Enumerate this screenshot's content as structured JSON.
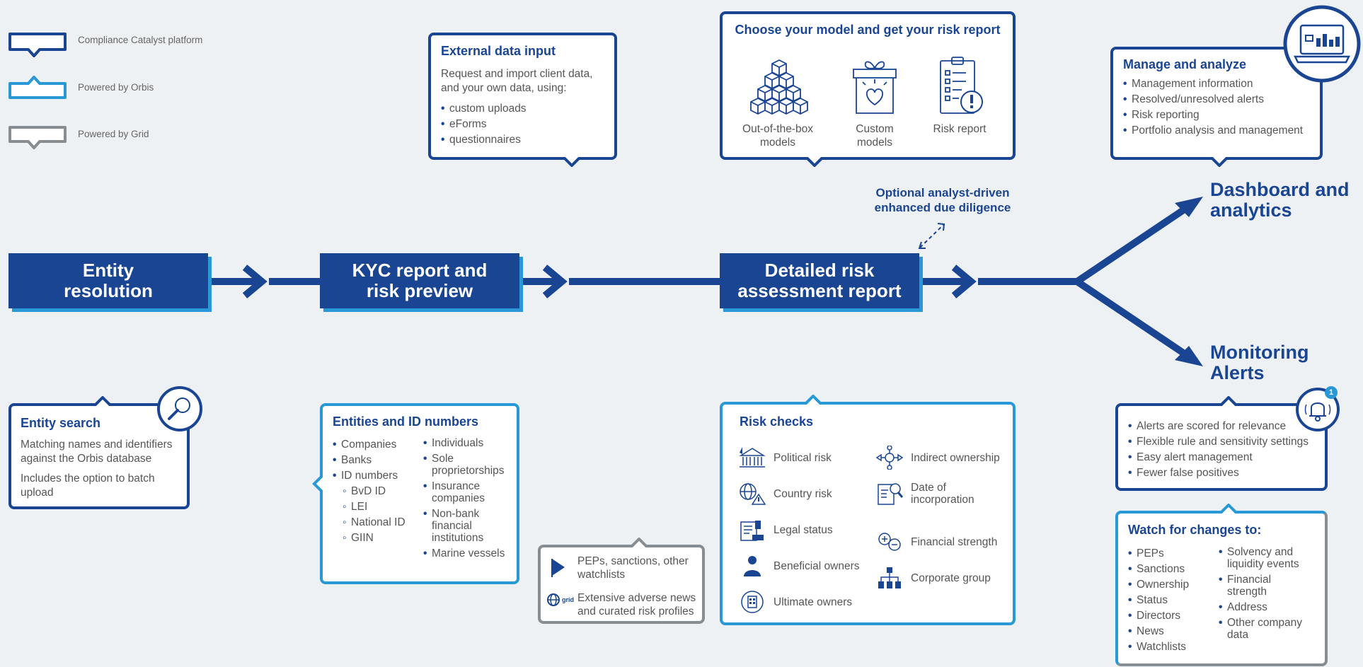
{
  "legend": {
    "items": [
      {
        "label": "Compliance Catalyst platform",
        "color": "#1a4593"
      },
      {
        "label": "Powered by Orbis",
        "color": "#2898d6"
      },
      {
        "label": "Powered by Grid",
        "color": "#888d91"
      }
    ]
  },
  "flow": {
    "entity_resolution": "Entity resolution",
    "kyc": "KYC report and risk preview",
    "detailed": "Detailed risk assessment report",
    "dashboard": "Dashboard and analytics",
    "monitoring": "Monitoring Alerts",
    "optional_note": "Optional analyst-driven enhanced due diligence"
  },
  "external": {
    "title": "External data input",
    "text": "Request and import client data, and your own data, using:",
    "items": [
      "custom uploads",
      "eForms",
      "questionnaires"
    ]
  },
  "models": {
    "title": "Choose your model and get your risk report",
    "items": [
      "Out-of-the-box models",
      "Custom models",
      "Risk report"
    ]
  },
  "manage": {
    "title": "Manage and analyze",
    "items": [
      "Management information",
      "Resolved/unresolved alerts",
      "Risk reporting",
      "Portfolio analysis and management"
    ]
  },
  "entity_search": {
    "title": "Entity search",
    "p1": "Matching names and identifiers against the Orbis database",
    "p2": "Includes the option to batch upload"
  },
  "entities": {
    "title": "Entities and ID numbers",
    "col1": [
      "Companies",
      "Banks",
      "ID numbers"
    ],
    "sub": [
      "BvD ID",
      "LEI",
      "National ID",
      "GIIN"
    ],
    "col2": [
      "Individuals",
      "Sole proprietorships",
      "Insurance companies",
      "Non-bank financial institutions",
      "Marine vessels"
    ]
  },
  "grid_box": {
    "items": [
      "PEPs, sanctions, other watchlists",
      "Extensive adverse news and curated risk profiles"
    ],
    "grid_logo_text": "grid"
  },
  "risk_checks": {
    "title": "Risk checks",
    "left": [
      "Political risk",
      "Country risk",
      "Legal status",
      "Beneficial owners",
      "Ultimate owners"
    ],
    "right": [
      "Indirect ownership",
      "Date of incorporation",
      "Financial strength",
      "Corporate group"
    ]
  },
  "alerts": {
    "badge": "1",
    "items": [
      "Alerts are scored for relevance",
      "Flexible rule and sensitivity settings",
      "Easy alert management",
      "Fewer false positives"
    ]
  },
  "watch": {
    "title": "Watch for changes to:",
    "col1": [
      "PEPs",
      "Sanctions",
      "Ownership",
      "Status",
      "Directors",
      "News",
      "Watchlists"
    ],
    "col2": [
      "Solvency and liquidity events",
      "Financial strength",
      "Address",
      "Other company data"
    ]
  }
}
